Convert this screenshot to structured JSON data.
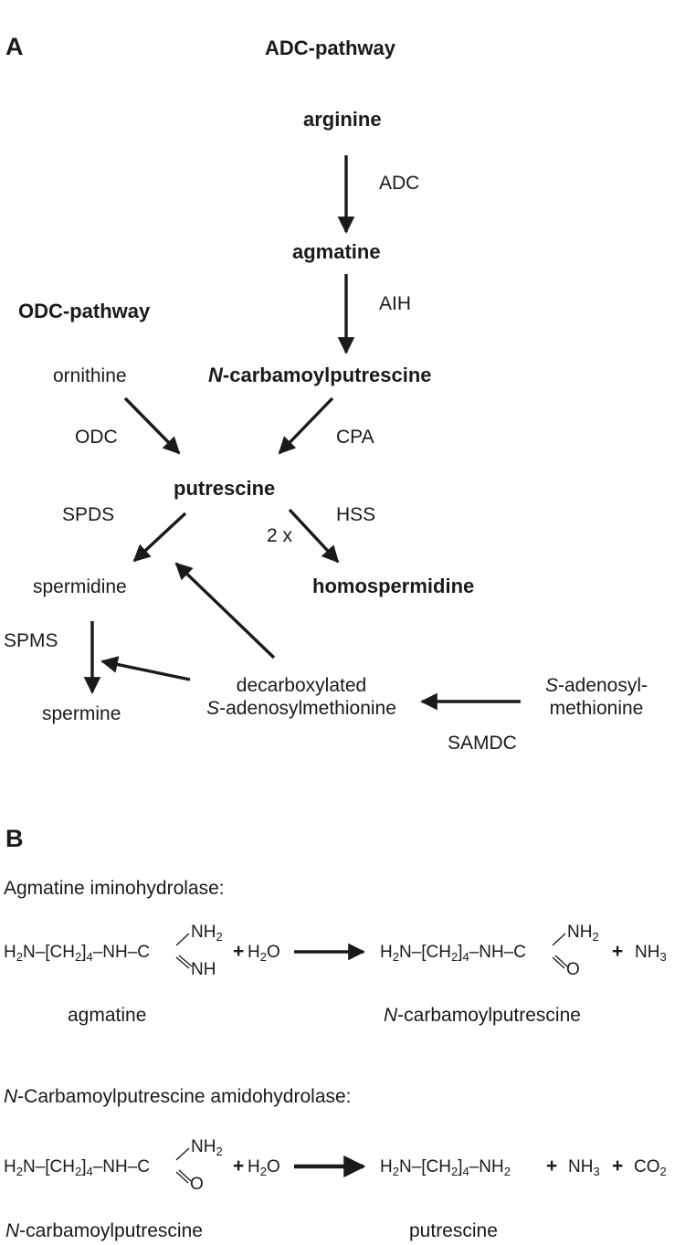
{
  "panel_a": {
    "label": "A",
    "adc_title": "ADC-pathway",
    "odc_title": "ODC-pathway",
    "compounds": {
      "arginine": "arginine",
      "agmatine": "agmatine",
      "carbamoyl_prefix": "N",
      "carbamoyl_rest": "-carbamoylputrescine",
      "ornithine": "ornithine",
      "putrescine": "putrescine",
      "spermidine": "spermidine",
      "homospermidine": "homospermidine",
      "spermine": "spermine",
      "dcsam_line1": "decarboxylated",
      "dcsam_prefix": "S",
      "dcsam_line2_rest": "-adenosylmethionine",
      "sam_prefix": "S",
      "sam_line1_rest": "-adenosyl-",
      "sam_line2": "methionine"
    },
    "enzymes": {
      "adc": "ADC",
      "aih": "AIH",
      "odc": "ODC",
      "cpa": "CPA",
      "spds": "SPDS",
      "hss": "HSS",
      "hss_stoich": "2 x",
      "spms": "SPMS",
      "samdc": "SAMDC"
    }
  },
  "panel_b": {
    "label": "B",
    "reaction1": {
      "title": "Agmatine iminohydrolase:",
      "plus": "+",
      "plus2": "+",
      "product_nh3": "NH",
      "name_left": "agmatine",
      "name_right_prefix": "N",
      "name_right_rest": "-carbamoylputrescine"
    },
    "reaction2": {
      "title_prefix": "N",
      "title_rest": "-Carbamoylputrescine amidohydrolase:",
      "plus": "+",
      "plus2": "+",
      "plus3": "+",
      "name_left_prefix": "N",
      "name_left_rest": "-carbamoylputrescine",
      "name_right": "putrescine"
    }
  },
  "colors": {
    "ink": "#1a1a1a",
    "background": "#ffffff"
  }
}
